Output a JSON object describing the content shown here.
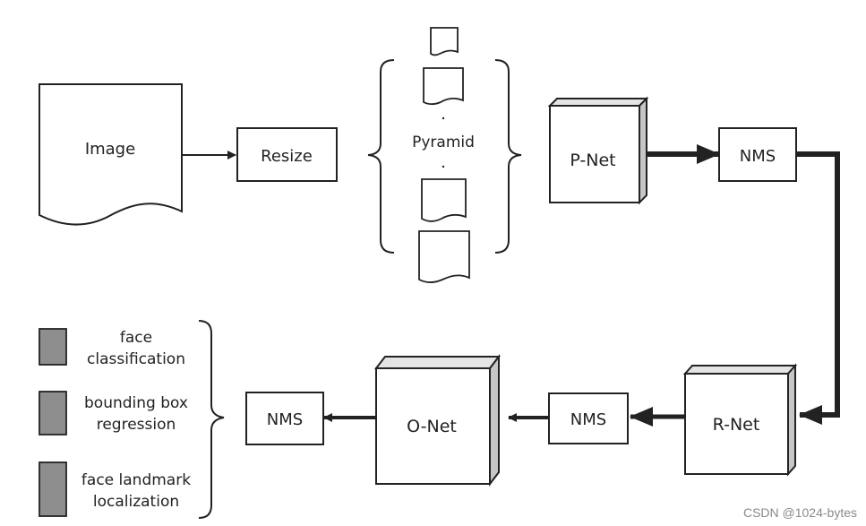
{
  "nodes": {
    "image": "Image",
    "resize": "Resize",
    "pyramid": "Pyramid",
    "pnet": "P-Net",
    "nms1": "NMS",
    "rnet": "R-Net",
    "nms2": "NMS",
    "onet": "O-Net",
    "nms3": "NMS"
  },
  "outputs": [
    {
      "line1": "face",
      "line2": "classification"
    },
    {
      "line1": "bounding box",
      "line2": "regression"
    },
    {
      "line1": "face landmark",
      "line2": "localization"
    }
  ],
  "watermark": "CSDN @1024-bytes",
  "colors": {
    "stroke": "#222222",
    "cube_top": "#e4e4e4",
    "cube_side": "#c6c6c6",
    "swatch": "#8e8e8e"
  }
}
